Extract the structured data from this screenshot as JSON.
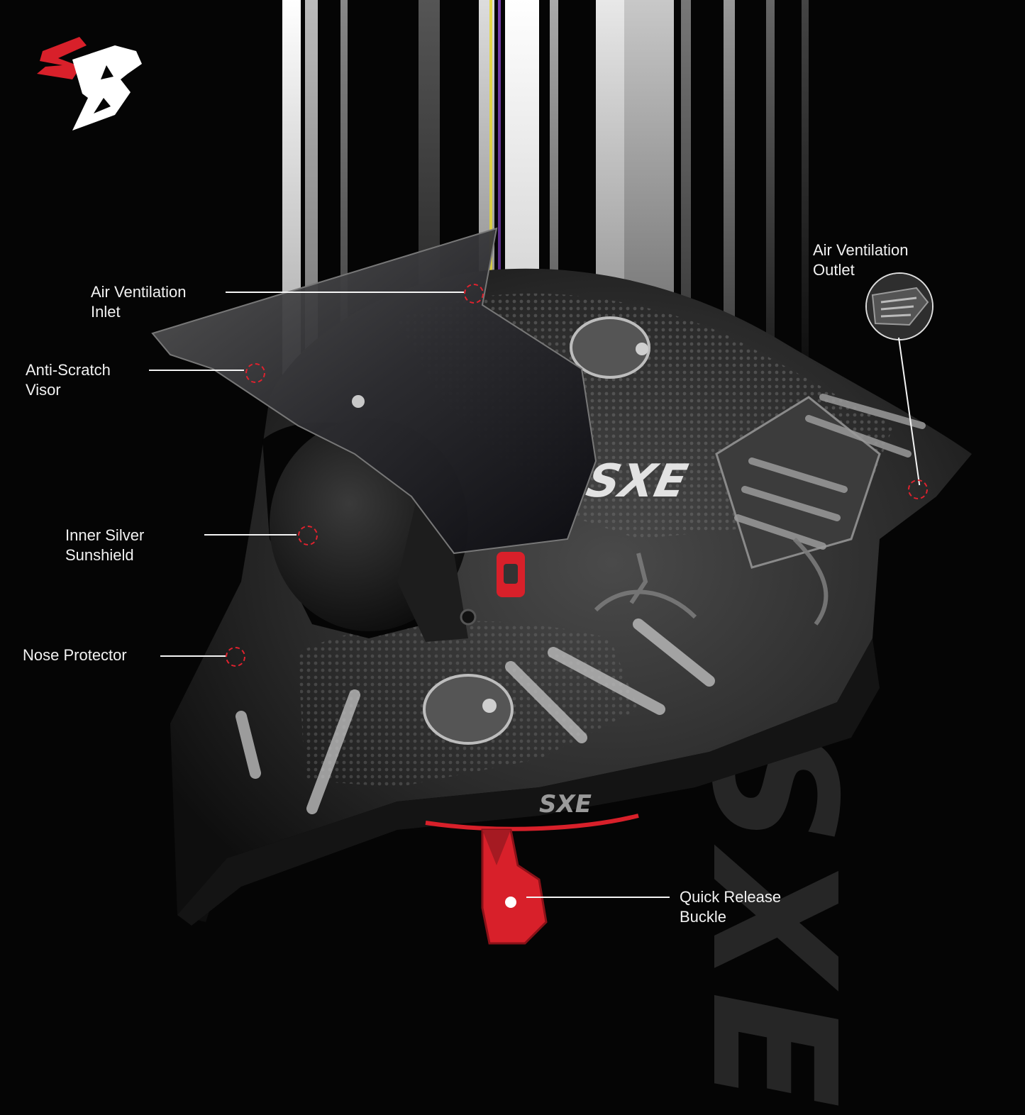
{
  "brand": {
    "logo_text": "SB",
    "logo_red": "#d8202a",
    "logo_white": "#ffffff"
  },
  "watermark": {
    "text": "SXE"
  },
  "helmet": {
    "primary_logo": "SXE",
    "chin_logo": "SXE",
    "accent_color": "#e0222e"
  },
  "callouts": {
    "air_inlet": "Air Ventilation\nInlet",
    "anti_scratch": "Anti-Scratch\nVisor",
    "sunshield": "Inner Silver\nSunshield",
    "nose": "Nose Protector",
    "air_outlet": "Air Ventilation\nOutlet",
    "buckle": "Quick Release\nBuckle"
  }
}
